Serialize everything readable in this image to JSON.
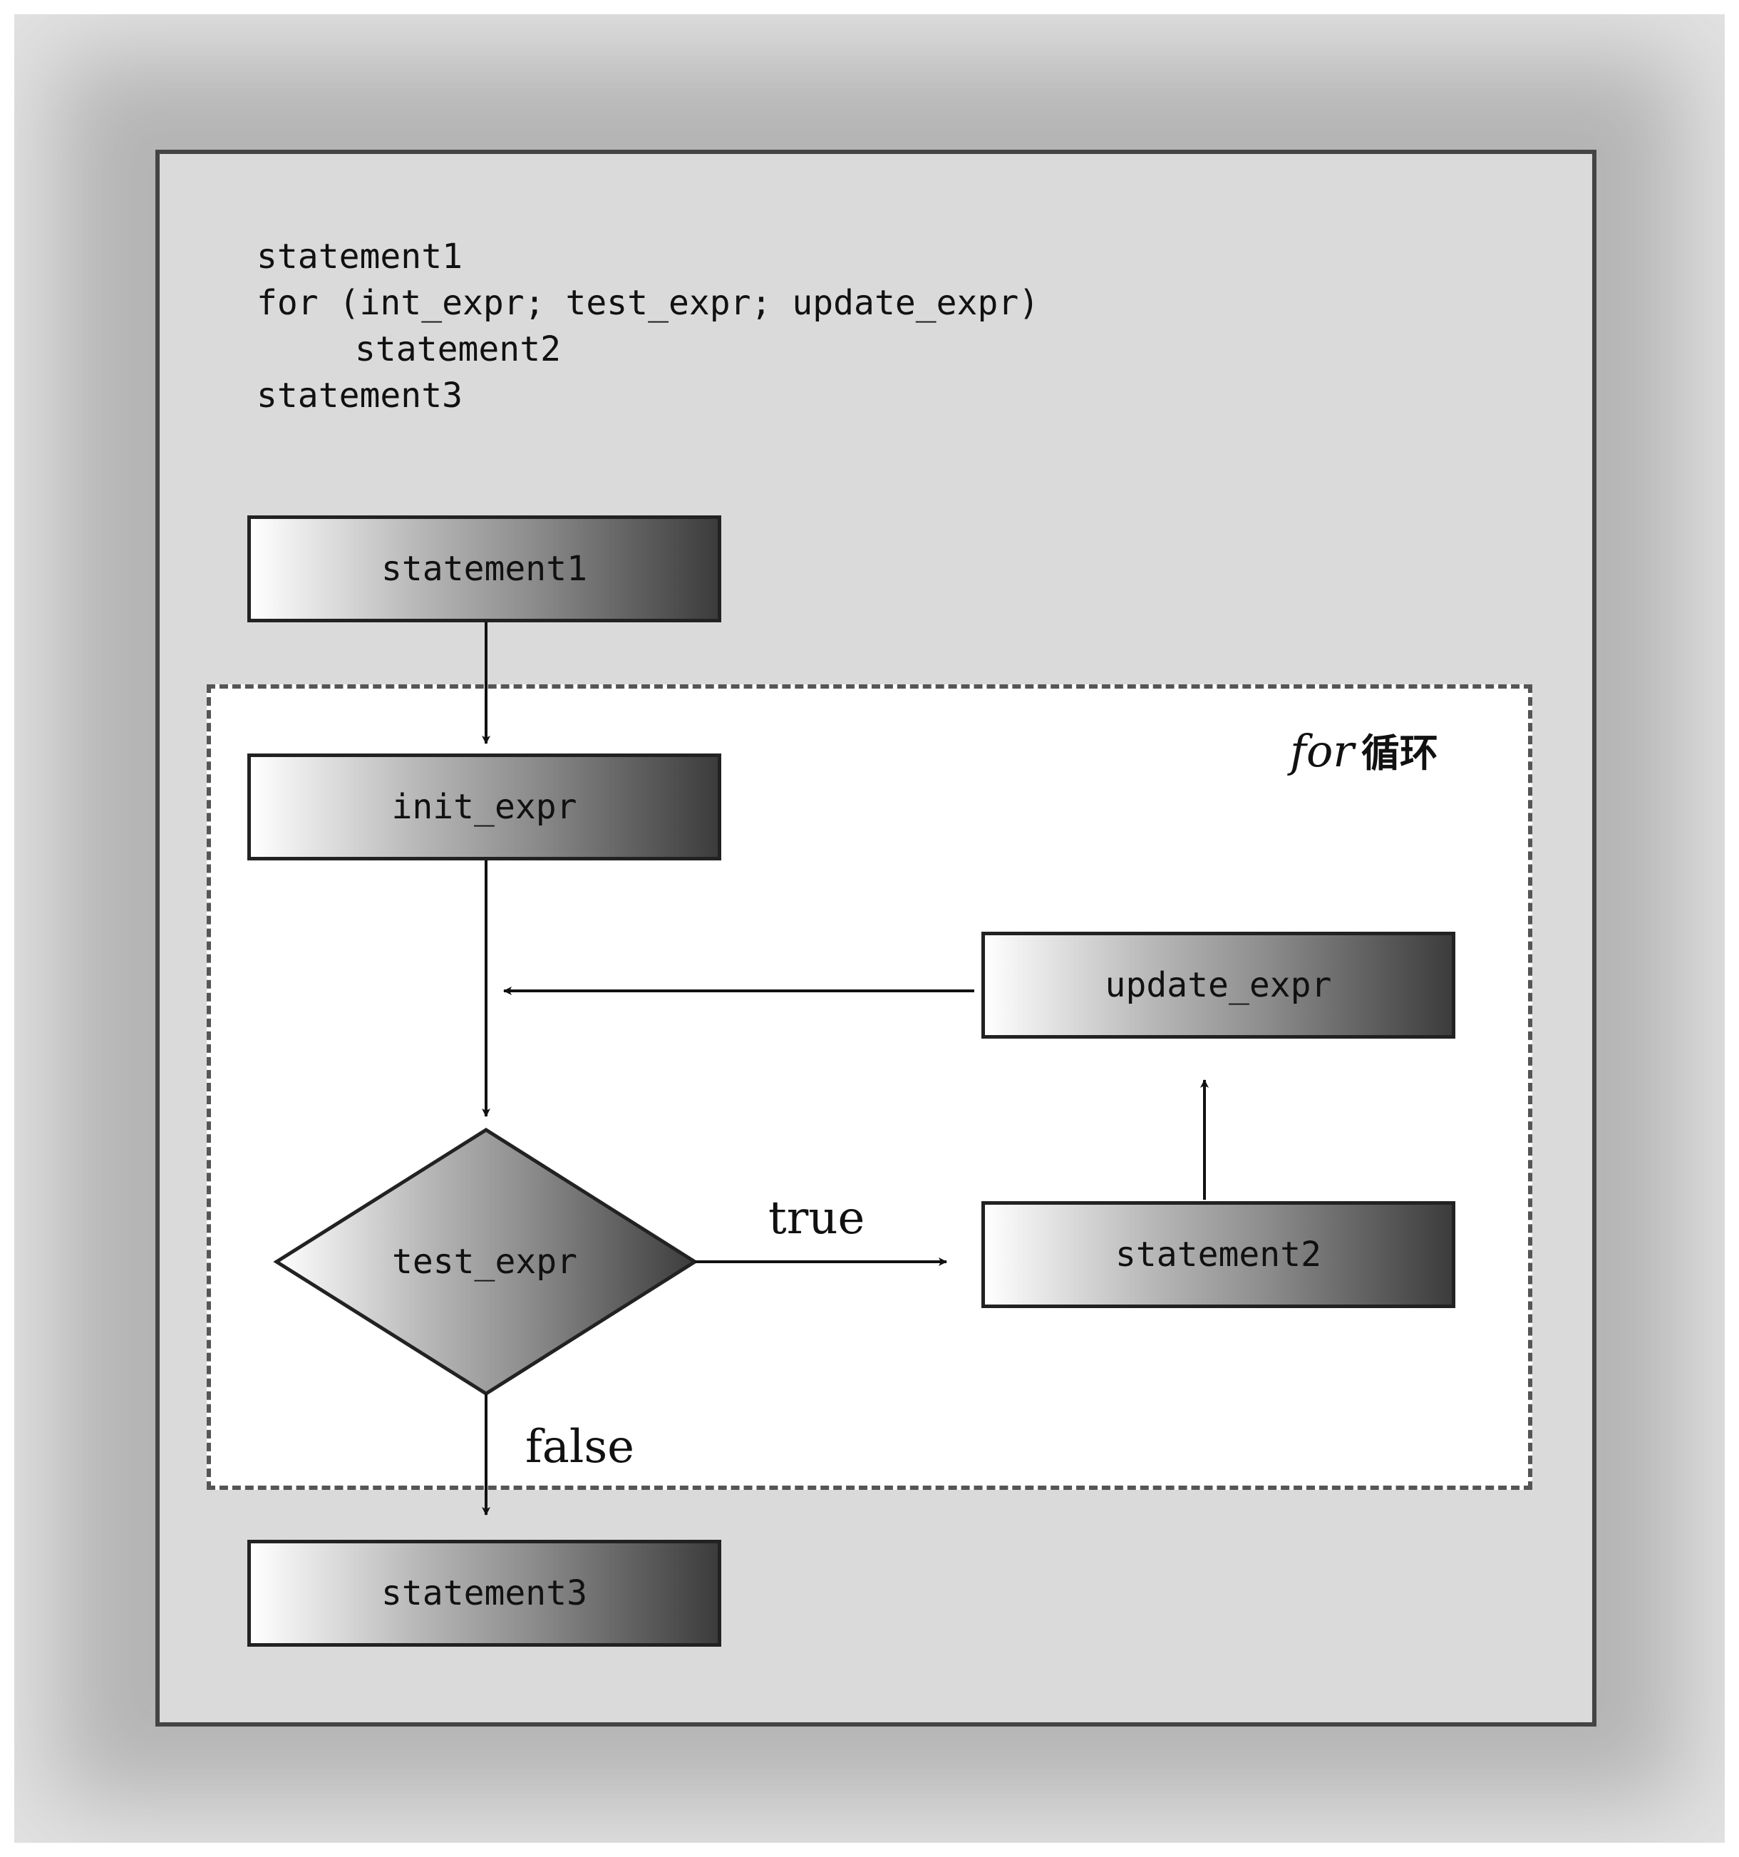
{
  "code": {
    "line1": "statement1",
    "line2": "for (int_expr; test_expr; update_expr)",
    "line3": "statement2",
    "line4": "statement3"
  },
  "loop_label": {
    "keyword": "for",
    "chinese": "循环"
  },
  "nodes": {
    "statement1": "statement1",
    "init_expr": "init_expr",
    "update_expr": "update_expr",
    "test_expr": "test_expr",
    "statement2": "statement2",
    "statement3": "statement3"
  },
  "edges": {
    "true_label": "true",
    "false_label": "false"
  }
}
